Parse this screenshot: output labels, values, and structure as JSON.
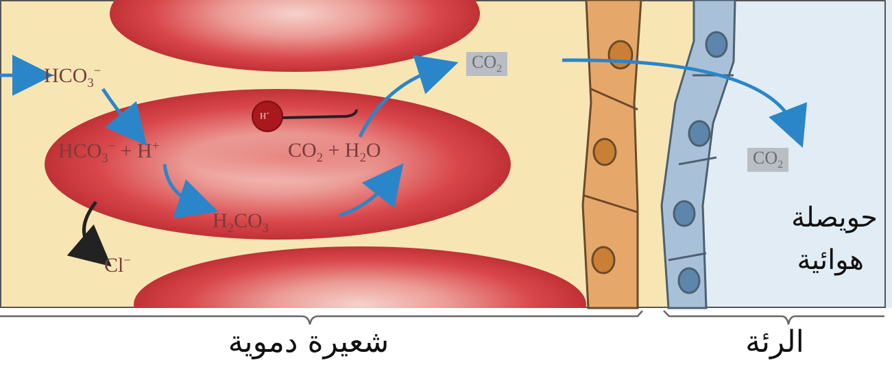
{
  "formulas": {
    "bicarbonate_in": "HCO",
    "bicarbonate_in_sub": "3",
    "bicarbonate_in_sup": "−",
    "reaction_left": "HCO",
    "reaction_left_sub": "3",
    "reaction_left_sup": "−",
    "reaction_left_plus": " + H",
    "reaction_left_h_sup": "+",
    "reaction_right_co": "CO",
    "reaction_right_co_sub": "2",
    "reaction_right_plus": " + H",
    "reaction_right_h_sub": "2",
    "reaction_right_o": "O",
    "carbonic_acid": "H",
    "carbonic_acid_sub1": "2",
    "carbonic_acid_mid": "CO",
    "carbonic_acid_sub2": "3",
    "chloride": "Cl",
    "chloride_sup": "−",
    "enzyme": "H",
    "enzyme_sup": "+"
  },
  "boxes": {
    "co2_top": "CO",
    "co2_top_sub": "2",
    "co2_right": "CO",
    "co2_right_sub": "2"
  },
  "labels": {
    "alveolus_line1": "حويصلة",
    "alveolus_line2": "هوائية",
    "capillary": "شعيرة دموية",
    "lung": "الرئة"
  },
  "colors": {
    "plasma": "#f7e6b4",
    "alveolus": "#e1ecf4",
    "rbc": "#d9474b",
    "rbc_center": "#f3c3bf",
    "capillary_wall": "#e6a86a",
    "alveolar_wall": "#a9c1d8",
    "arrow_blue": "#2a86c8"
  }
}
